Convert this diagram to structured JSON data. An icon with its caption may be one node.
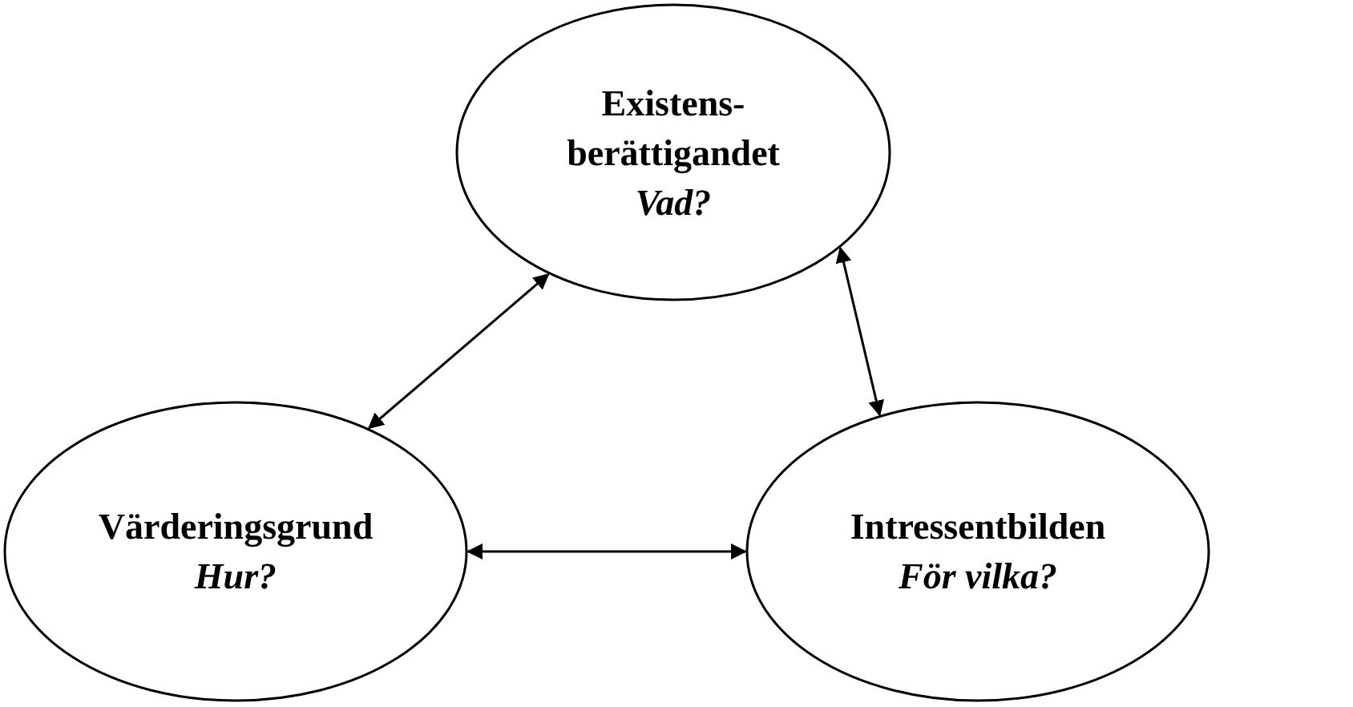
{
  "diagram": {
    "nodes": [
      {
        "text": [
          "Existens- berättigandet",
          "Vad?"
        ]
      },
      {
        "text": [
          "Värderingsgrund",
          "Hur?"
        ]
      },
      {
        "text": [
          "Intressentbilden",
          "För vilka?"
        ]
      }
    ],
    "edges": [
      {
        "from": 0,
        "to": 1,
        "arrow": "both"
      },
      {
        "from": 0,
        "to": 2,
        "arrow": "both"
      },
      {
        "from": 1,
        "to": 2,
        "arrow": "both"
      }
    ]
  }
}
